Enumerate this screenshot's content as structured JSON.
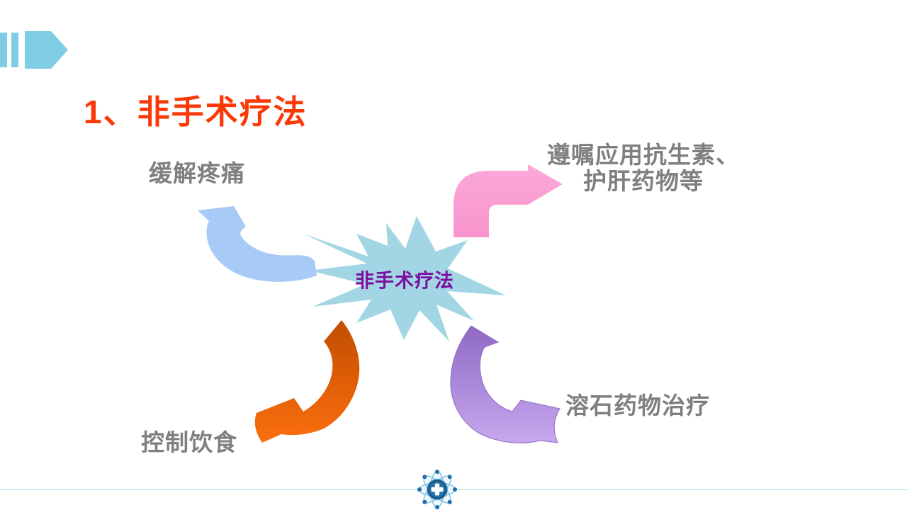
{
  "slide": {
    "title": "1、非手术疗法",
    "title_color": "#F93A08",
    "background": "#FFFFFF"
  },
  "decor": {
    "corner_accent": {
      "shape": "two-bars-and-pentagon-arrow",
      "color": "#7ECDE2"
    },
    "footer": {
      "line_color": "#A9D8E8",
      "icon": "atom-medical-cross-icon",
      "icon_colors": {
        "orbits": "#69B9E0",
        "orbit_nodes": "#1E6FAE",
        "core": "#1C4F7C",
        "core_inner": "#2172A8",
        "cross": "#FFFFFF"
      }
    }
  },
  "diagram": {
    "center": {
      "label": "非手术疗法",
      "text_color": "#7B0FA0",
      "burst_color": "#A2D6E4",
      "shape": "explosion-burst"
    },
    "label_color": "#7F7F7F",
    "branches": [
      {
        "label": "缓解疼痛",
        "arrow_color": "#A7CAF7",
        "arrow_type": "curved-arrow",
        "arrow_direction": "up-left",
        "position": "top-left"
      },
      {
        "label_line1": "遵嘱应用抗生素、",
        "label_line2": "护肝药物等",
        "arrow_color": "#F99FD2",
        "arrow_type": "bent-elbow-arrow",
        "arrow_direction": "right",
        "position": "top-right"
      },
      {
        "label": "控制饮食",
        "arrow_color": "#E65C07",
        "arrow_type": "curved-swoosh-arrow",
        "arrow_direction": "down-left",
        "position": "bottom-left"
      },
      {
        "label": "溶石药物治疗",
        "arrow_color": "#A27BD6",
        "arrow_type": "curved-swoosh-arrow",
        "arrow_direction": "right",
        "position": "bottom-right"
      }
    ]
  }
}
